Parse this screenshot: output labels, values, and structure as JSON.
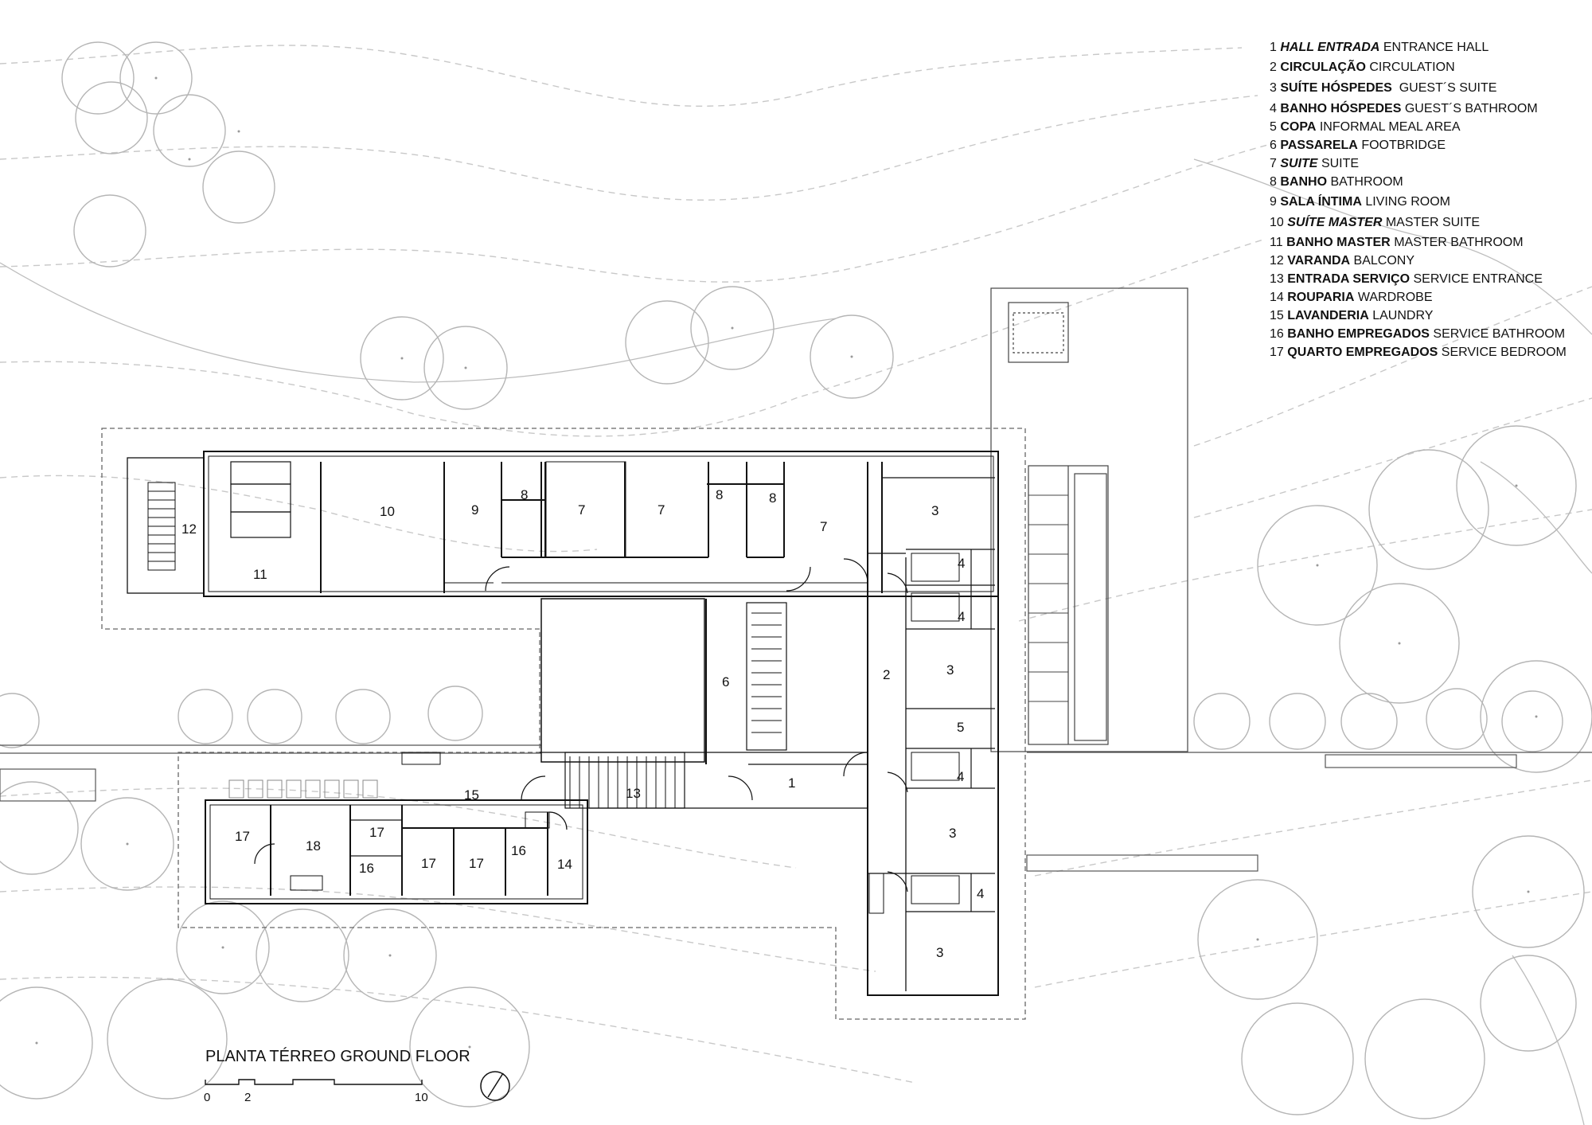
{
  "legend": [
    {
      "num": "1",
      "pt": "HALL ENTRADA",
      "en": "ENTRANCE HALL"
    },
    {
      "num": "2",
      "pt": "CIRCULAÇÃO",
      "en": "CIRCULATION"
    },
    {
      "num": "3",
      "pt": "SUÍTE HÓSPEDES",
      "en": "GUEST´S SUITE"
    },
    {
      "num": "4",
      "pt": "BANHO HÓSPEDES",
      "en": "GUEST´S BATHROOM"
    },
    {
      "num": "5",
      "pt": "COPA",
      "en": "INFORMAL MEAL AREA"
    },
    {
      "num": "6",
      "pt": "PASSARELA",
      "en": "FOOTBRIDGE"
    },
    {
      "num": "7",
      "pt": "SUITE",
      "en": "SUITE"
    },
    {
      "num": "8",
      "pt": "BANHO",
      "en": "BATHROOM"
    },
    {
      "num": "9",
      "pt": "SALA ÍNTIMA",
      "en": "LIVING ROOM"
    },
    {
      "num": "10",
      "pt": "SUÍTE MASTER",
      "en": "MASTER SUITE"
    },
    {
      "num": "11",
      "pt": "BANHO MASTER",
      "en": "MASTER BATHROOM"
    },
    {
      "num": "12",
      "pt": "VARANDA",
      "en": "BALCONY"
    },
    {
      "num": "13",
      "pt": "ENTRADA SERVIÇO",
      "en": "SERVICE ENTRANCE"
    },
    {
      "num": "14",
      "pt": "ROUPARIA",
      "en": "WARDROBE"
    },
    {
      "num": "15",
      "pt": "LAVANDERIA",
      "en": "LAUNDRY"
    },
    {
      "num": "16",
      "pt": "BANHO EMPREGADOS",
      "en": "SERVICE BATHROOM"
    },
    {
      "num": "17",
      "pt": "QUARTO EMPREGADOS",
      "en": "SERVICE BEDROOM"
    }
  ],
  "room_numbers": [
    "12",
    "11",
    "10",
    "9",
    "8",
    "7",
    "7",
    "8",
    "8",
    "7",
    "3",
    "4",
    "4",
    "3",
    "2",
    "6",
    "5",
    "4",
    "1",
    "13",
    "15",
    "3",
    "17",
    "18",
    "17",
    "16",
    "17",
    "17",
    "16",
    "14",
    "4",
    "3"
  ],
  "title": {
    "pt": "PLANTA TÉRREO",
    "en": "GROUND FLOOR"
  },
  "scale": {
    "start": "0",
    "mid": "2",
    "end": "10"
  },
  "colors": {
    "line": "#222222",
    "tree": "#b5b5b5",
    "contour": "#c4c4c4",
    "dashed": "#777777"
  }
}
